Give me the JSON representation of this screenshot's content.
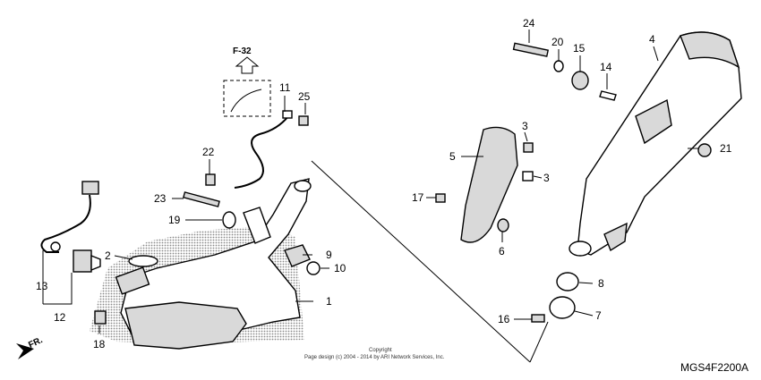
{
  "diagram": {
    "reference_code": "MGS4F2200A",
    "section_ref": "F-32",
    "direction_label": "FR.",
    "copyright_line1": "Copyright",
    "copyright_line2": "Page design (c) 2004 - 2014 by ARI Network Services, Inc.",
    "callouts": [
      "1",
      "2",
      "3",
      "3",
      "4",
      "5",
      "6",
      "7",
      "8",
      "9",
      "10",
      "11",
      "12",
      "13",
      "14",
      "15",
      "16",
      "17",
      "18",
      "19",
      "20",
      "21",
      "22",
      "23",
      "24",
      "25"
    ],
    "shaded_color": "#bdbdbd"
  }
}
